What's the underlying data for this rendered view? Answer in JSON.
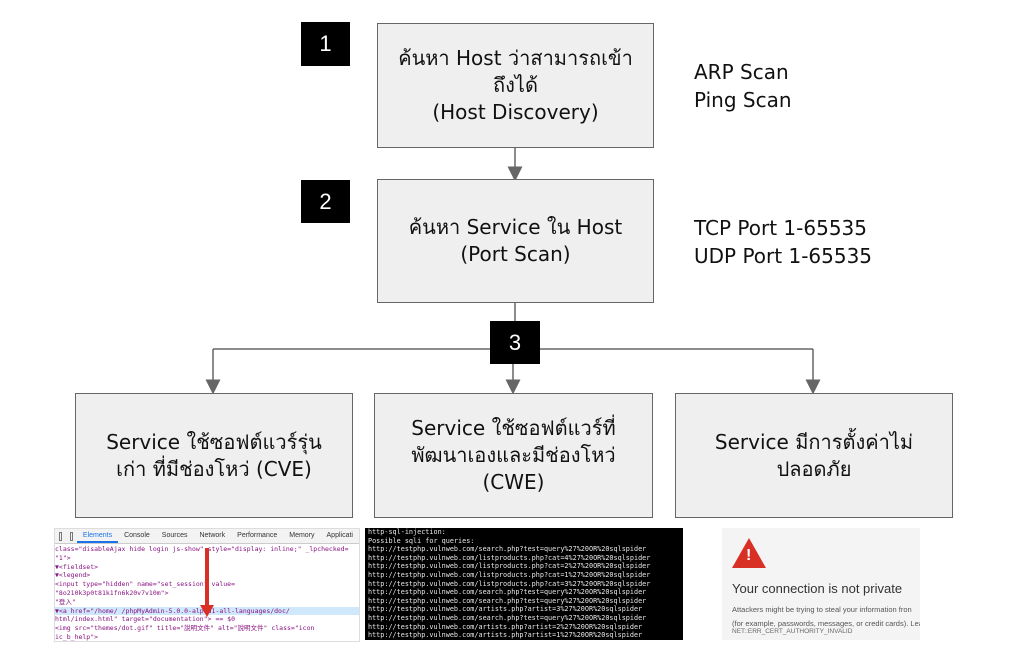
{
  "steps": [
    {
      "number": "1",
      "box_lines": [
        "ค้นหา Host ว่าสามารถเข้า",
        "ถึงได้",
        "(Host Discovery)"
      ],
      "side_lines": [
        "ARP Scan",
        "Ping Scan"
      ]
    },
    {
      "number": "2",
      "box_lines": [
        "ค้นหา Service ใน Host",
        "(Port Scan)"
      ],
      "side_lines": [
        "TCP Port 1-65535",
        "UDP Port 1-65535"
      ]
    },
    {
      "number": "3"
    }
  ],
  "outcomes": [
    {
      "lines": [
        "Service ใช้ซอฟต์แวร์รุ่น",
        "เก่า ที่มีช่องโหว่ (CVE)"
      ]
    },
    {
      "lines": [
        "Service ใช้ซอฟต์แวร์ที่",
        "พัฒนาเองและมีช่องโหว่",
        "(CWE)"
      ]
    },
    {
      "lines": [
        "Service มีการตั้งค่าไม่",
        "ปลอดภัย"
      ]
    }
  ],
  "devtools": {
    "tabs": [
      "Elements",
      "Console",
      "Sources",
      "Network",
      "Performance",
      "Memory",
      "Applicati"
    ],
    "active_tab": "Elements",
    "lines": [
      "class=\"disableAjax hide login js-show\" style=\"display: inline;\" _lpchecked=",
      "\"1\">",
      "  ▼<fieldset>",
      "    ▼<legend>",
      "      <input type=\"hidden\" name=\"set_session\" value=",
      "      \"8o210k3p0t81k1fn6k20v7v10m\">",
      "      \"登入\"",
      "  ▼<a href=\"/home/     /phpMyAdmin-5.0.0-alpha1-all-languages/doc/",
      "  html/index.html\" target=\"documentation\"> == $0",
      "      <img src=\"themes/dot.gif\" title=\"說明文件\" alt=\"說明文件\" class=\"icon",
      "      ic_b_help\">"
    ],
    "highlight_line": 7
  },
  "terminal": {
    "lines": [
      "http-sql-injection:",
      "  Possible sqli for queries:",
      "    http://testphp.vulnweb.com/search.php?test=query%27%20OR%20sqlspider",
      "    http://testphp.vulnweb.com/listproducts.php?cat=4%27%20OR%20sqlspider",
      "    http://testphp.vulnweb.com/listproducts.php?cat=2%27%20OR%20sqlspider",
      "    http://testphp.vulnweb.com/listproducts.php?cat=1%27%20OR%20sqlspider",
      "    http://testphp.vulnweb.com/listproducts.php?cat=3%27%20OR%20sqlspider",
      "    http://testphp.vulnweb.com/search.php?test=query%27%20OR%20sqlspider",
      "    http://testphp.vulnweb.com/search.php?test=query%27%20OR%20sqlspider",
      "    http://testphp.vulnweb.com/artists.php?artist=3%27%20OR%20sqlspider",
      "    http://testphp.vulnweb.com/search.php?test=query%27%20OR%20sqlspider",
      "    http://testphp.vulnweb.com/artists.php?artist=2%27%20OR%20sqlspider",
      "    http://testphp.vulnweb.com/artists.php?artist=1%27%20OR%20sqlspider"
    ]
  },
  "browser_warning": {
    "title": "Your connection is not private",
    "body_lines": [
      "Attackers might be trying to steal your information fron",
      "(for example, passwords, messages, or credit cards). Lea"
    ],
    "error_code": "NET::ERR_CERT_AUTHORITY_INVALID"
  },
  "colors": {
    "box_fill": "#efefef",
    "box_border": "#666666",
    "badge": "#000000",
    "warning_red": "#d93025",
    "terminal_bg": "#000000",
    "highlight": "#cfe8fc"
  }
}
